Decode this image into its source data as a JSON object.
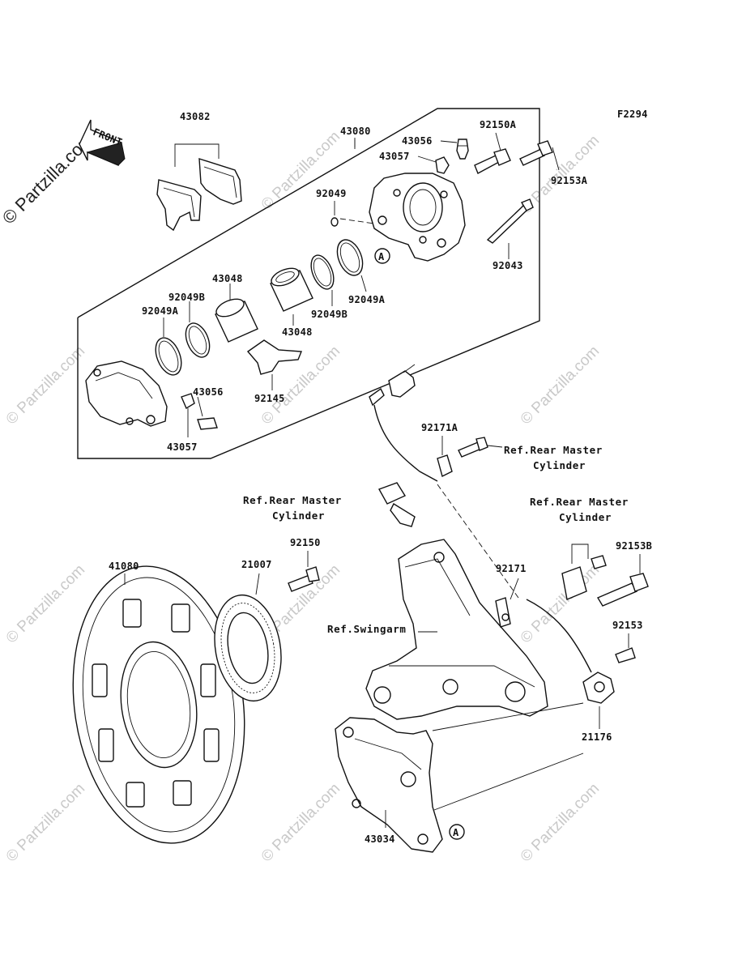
{
  "diagram_code": "F2294",
  "front_label": "FRONT",
  "watermark_text": "Partzilla.com",
  "corner_watermark": "© Partzilla.com",
  "circle_marker": "A",
  "parts": {
    "p43082": "43082",
    "p43080": "43080",
    "p43056_top": "43056",
    "p43057_top": "43057",
    "p92150A": "92150A",
    "p92153A": "92153A",
    "p92049": "92049",
    "p92043": "92043",
    "p43048_left": "43048",
    "p92049B_left": "92049B",
    "p92049A_left": "92049A",
    "p43048_right": "43048",
    "p92049B_right": "92049B",
    "p92049A_right": "92049A",
    "p92145": "92145",
    "p43056_bottom": "43056",
    "p43057_bottom": "43057",
    "p92171A": "92171A",
    "p92171": "92171",
    "p92150": "92150",
    "p21007": "21007",
    "p41080": "41080",
    "p92153B": "92153B",
    "p92153": "92153",
    "p21176": "21176",
    "p43034": "43034"
  },
  "refs": {
    "rear_master_1_line1": "Ref.Rear Master",
    "rear_master_1_line2": "Cylinder",
    "rear_master_2_line1": "Ref.Rear Master",
    "rear_master_2_line2": "Cylinder",
    "rear_master_3_line1": "Ref.Rear Master",
    "rear_master_3_line2": "Cylinder",
    "swingarm": "Ref.Swingarm"
  }
}
